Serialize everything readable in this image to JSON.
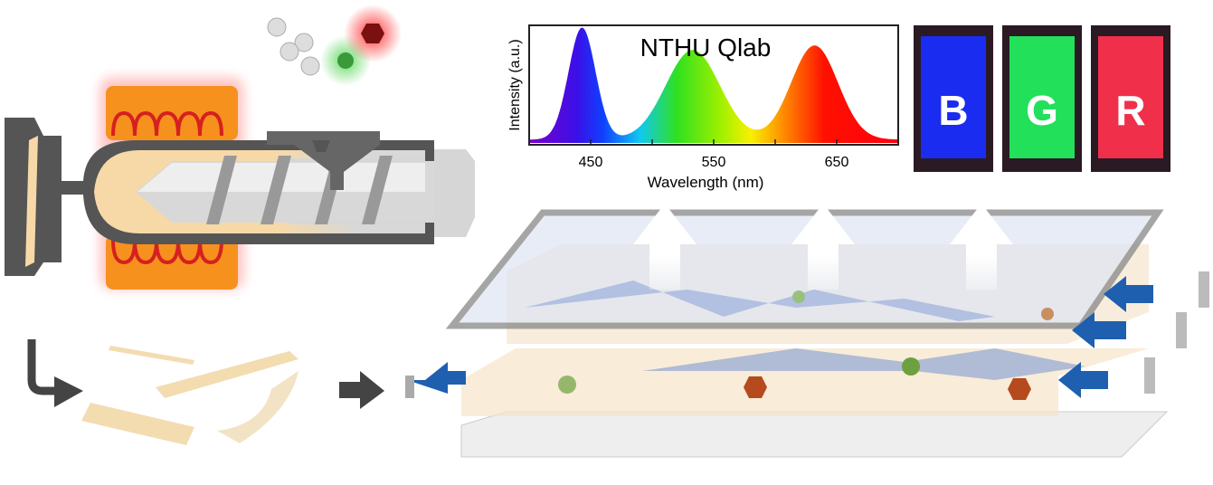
{
  "chart_data": {
    "type": "area",
    "title": "NTHU Qlab",
    "xlabel": "Wavelength (nm)",
    "ylabel": "Intensity (a.u.)",
    "xlim": [
      400,
      700
    ],
    "ylim": [
      0,
      1.05
    ],
    "xticks": [
      450,
      500,
      550,
      600,
      650
    ],
    "xtick_labels": [
      "450",
      "550",
      "650"
    ],
    "peaks": [
      {
        "name": "blue",
        "center": 443,
        "height": 1.0,
        "width": 11
      },
      {
        "name": "green",
        "center": 533,
        "height": 0.8,
        "width": 22
      },
      {
        "name": "red",
        "center": 632,
        "height": 0.84,
        "width": 19
      }
    ],
    "baseline": 0.03
  },
  "phones": [
    {
      "letter": "B",
      "color": "#1a2cf0"
    },
    {
      "letter": "G",
      "color": "#22e05a"
    },
    {
      "letter": "R",
      "color": "#f0304a"
    }
  ]
}
